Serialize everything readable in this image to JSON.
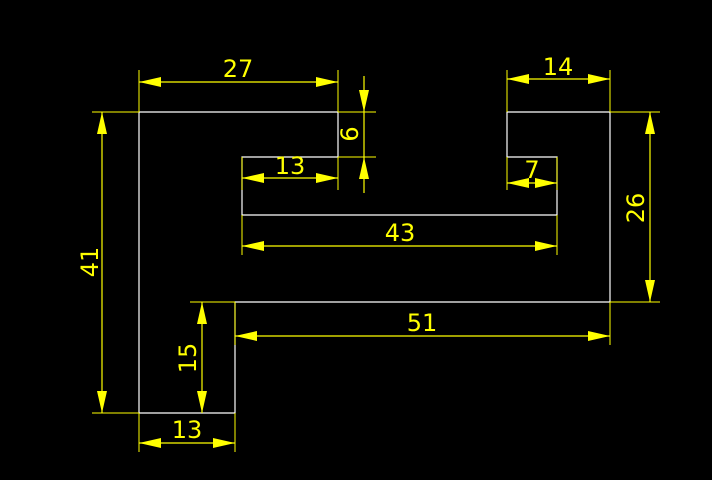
{
  "colors": {
    "background": "#000000",
    "outline": "#ffffff",
    "dimension": "#ffff00"
  },
  "dimensions": {
    "top_left_width": "27",
    "notch_depth": "6",
    "inner_slot_left": "13",
    "top_right_width": "14",
    "inner_right_step": "7",
    "right_height": "26",
    "inner_slot_width": "43",
    "overall_height": "41",
    "bottom_width": "51",
    "leg_height": "15",
    "leg_width": "13"
  }
}
